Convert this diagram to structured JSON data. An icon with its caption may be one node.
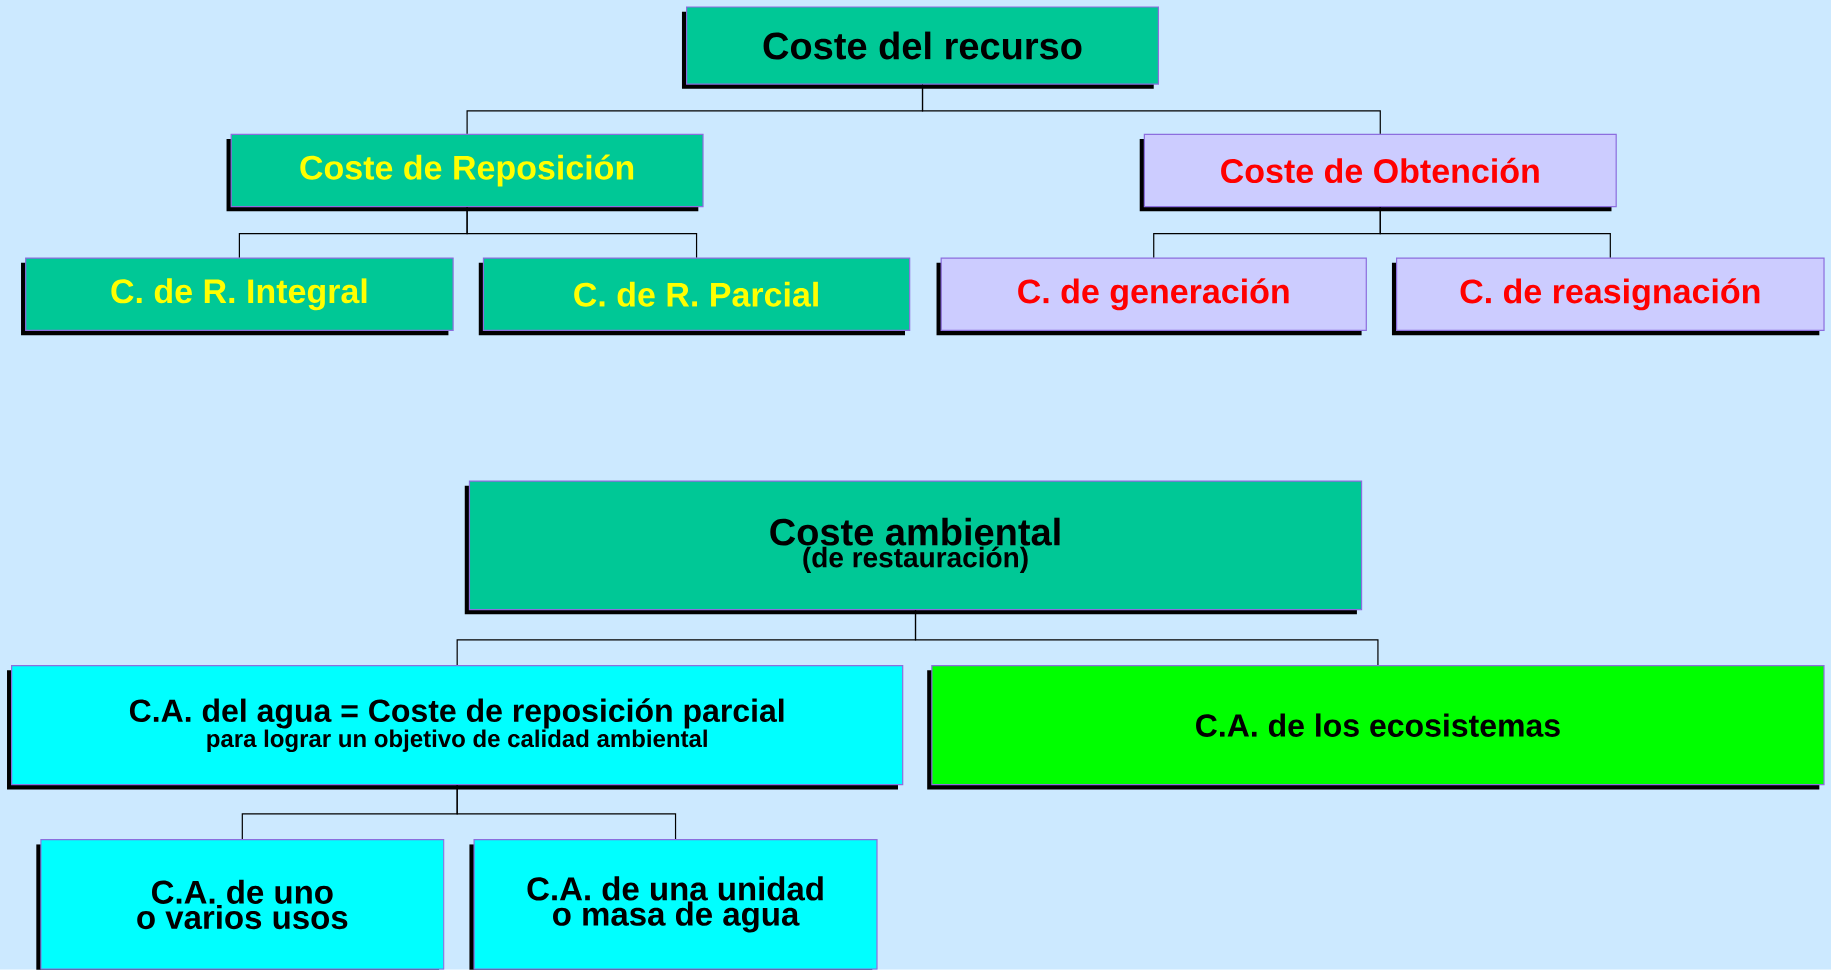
{
  "diagram": {
    "nodes": [
      {
        "text": [
          "Coste del recurso"
        ]
      },
      {
        "text": [
          "Coste de Reposición"
        ]
      },
      {
        "text": [
          "Coste de Obtención"
        ]
      },
      {
        "text": [
          "C. de R. Integral"
        ]
      },
      {
        "text": [
          "C. de R. Parcial"
        ]
      },
      {
        "text": [
          "C. de generación"
        ]
      },
      {
        "text": [
          "C. de reasignación"
        ]
      },
      {
        "text": [
          "Coste ambiental",
          "(de restauración)"
        ]
      },
      {
        "text": [
          "C.A. del agua = Coste de reposición parcial",
          "para lograr un objetivo de calidad ambiental"
        ]
      },
      {
        "text": [
          "C.A. de los ecosistemas"
        ]
      },
      {
        "text": [
          "C.A. de uno o varios usos"
        ]
      },
      {
        "text": [
          "C.A. de una unidad o masa de agua"
        ]
      }
    ],
    "edges": [
      {
        "from": 0,
        "to": 1,
        "arrow": "none"
      },
      {
        "from": 0,
        "to": 2,
        "arrow": "none"
      },
      {
        "from": 1,
        "to": 3,
        "arrow": "none"
      },
      {
        "from": 1,
        "to": 4,
        "arrow": "none"
      },
      {
        "from": 2,
        "to": 5,
        "arrow": "none"
      },
      {
        "from": 2,
        "to": 6,
        "arrow": "none"
      },
      {
        "from": 7,
        "to": 8,
        "arrow": "none"
      },
      {
        "from": 7,
        "to": 9,
        "arrow": "none"
      },
      {
        "from": 8,
        "to": 10,
        "arrow": "none"
      },
      {
        "from": 8,
        "to": 11,
        "arrow": "none"
      }
    ]
  }
}
